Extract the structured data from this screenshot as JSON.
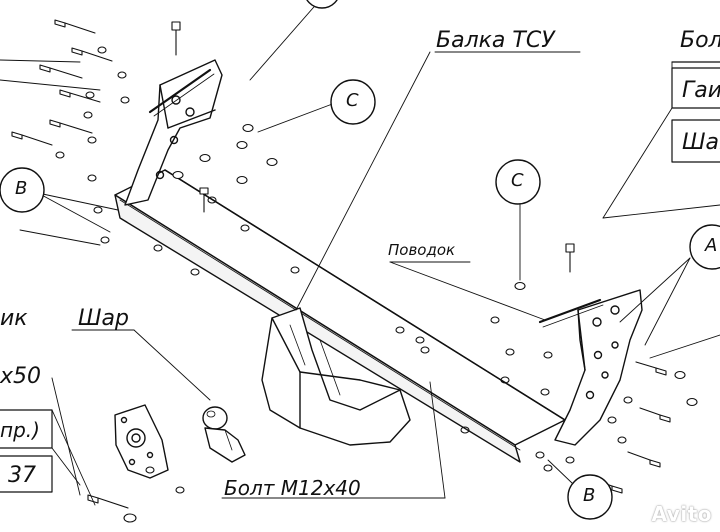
{
  "labels": {
    "beam": "Балка ТСУ",
    "leash": "Поводок",
    "ball": "Шар",
    "bolt_m12": "Болт М12х40",
    "cut_top_right": "Бол",
    "cut_right_nut": "Гаи",
    "cut_right_washer": "Шаг",
    "cut_left_1": "ик",
    "cut_left_2": "х50",
    "cut_left_3": "пр.)",
    "cut_left_4": "37"
  },
  "callouts": {
    "c_top": "C",
    "c_mid": "C",
    "b_left": "B",
    "b_bottom": "B",
    "a_right": "A"
  },
  "watermark": "Avito"
}
